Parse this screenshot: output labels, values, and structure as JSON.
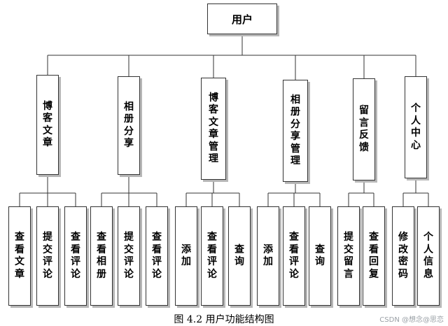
{
  "diagram": {
    "root": "用户",
    "modules": [
      {
        "label": "博客文章",
        "children": [
          "查看文章",
          "提交评论",
          "查看评论"
        ]
      },
      {
        "label": "相册分享",
        "children": [
          "查看相册",
          "提交评论",
          "查看评论"
        ]
      },
      {
        "label": "博客文章管理",
        "children": [
          "添加",
          "查看评论",
          "查询"
        ]
      },
      {
        "label": "相册分享管理",
        "children": [
          "添加",
          "查看评论",
          "查询"
        ]
      },
      {
        "label": "留言反馈",
        "children": [
          "提交留言",
          "查看回复"
        ]
      },
      {
        "label": "个人中心",
        "children": [
          "修改密码",
          "个人信息"
        ]
      }
    ]
  },
  "caption": "图 4.2  用户功能结构图",
  "watermark": "CSDN @想念@思恋",
  "colors": {
    "border": "#333333",
    "shadow": "#b7b7b7",
    "line": "#333333",
    "watermark": "#9aa0a6"
  }
}
